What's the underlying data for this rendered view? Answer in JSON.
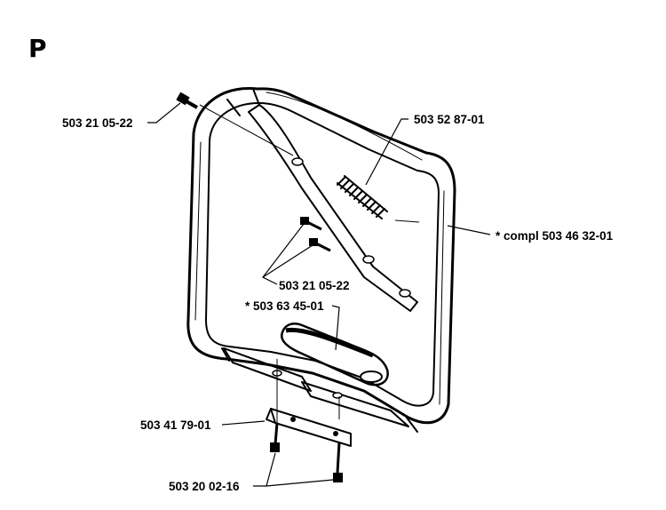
{
  "section": {
    "letter": "P"
  },
  "labels": {
    "screw_top": "503 21 05-22",
    "spring": "503 52 87-01",
    "handle_complete": "* compl 503 46 32-01",
    "screws_middle": "503 21 05-22",
    "grip": "* 503 63 45-01",
    "bracket": "503 41 79-01",
    "screws_bottom": "503 20 02-16"
  }
}
